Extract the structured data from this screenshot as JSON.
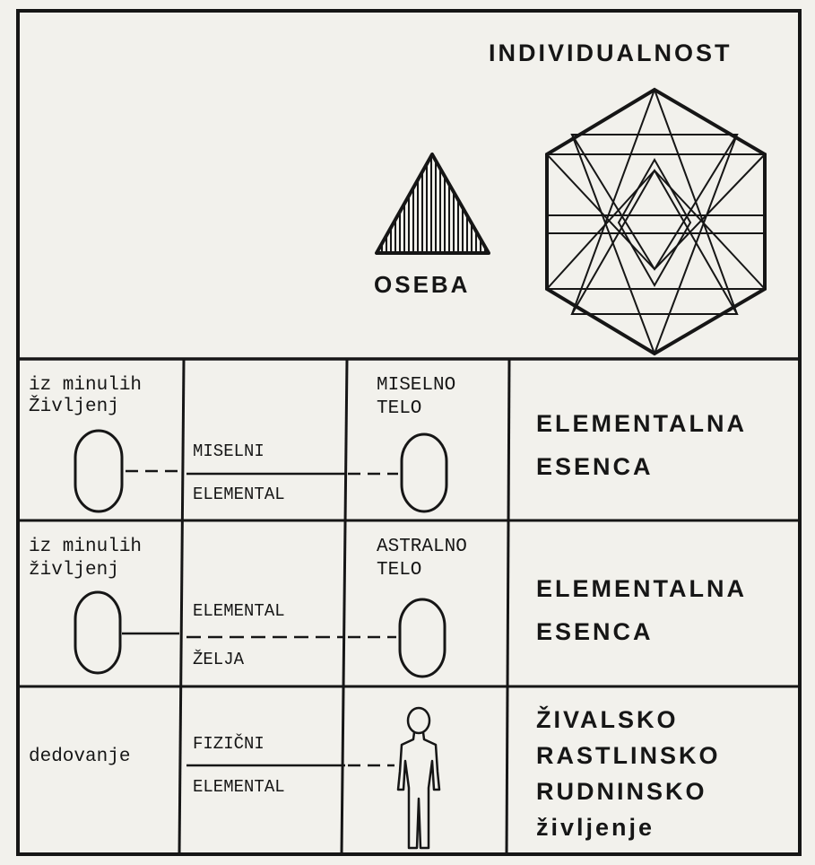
{
  "top": {
    "individualnost": "INDIVIDUALNOST",
    "oseba": "OSEBA"
  },
  "rows": [
    {
      "left_text": [
        "iz minulih",
        "Življenj"
      ],
      "elemental_top": "MISELNI",
      "elemental_bottom": "ELEMENTAL",
      "body_label": [
        "MISELNO",
        "TELO"
      ],
      "right_text": [
        "ELEMENTALNA",
        "ESENCA"
      ]
    },
    {
      "left_text": [
        "iz minulih",
        "življenj"
      ],
      "elemental_top": "ELEMENTAL",
      "elemental_bottom": "ŽELJA",
      "body_label": [
        "ASTRALNO",
        "TELO"
      ],
      "right_text": [
        "ELEMENTALNA",
        "ESENCA"
      ]
    },
    {
      "left_text": [
        "dedovanje"
      ],
      "elemental_top": "FIZIČNI",
      "elemental_bottom": "ELEMENTAL",
      "right_text": [
        "ŽIVALSKO",
        "RASTLINSKO",
        "RUDNINSKO",
        "življenje"
      ]
    }
  ]
}
